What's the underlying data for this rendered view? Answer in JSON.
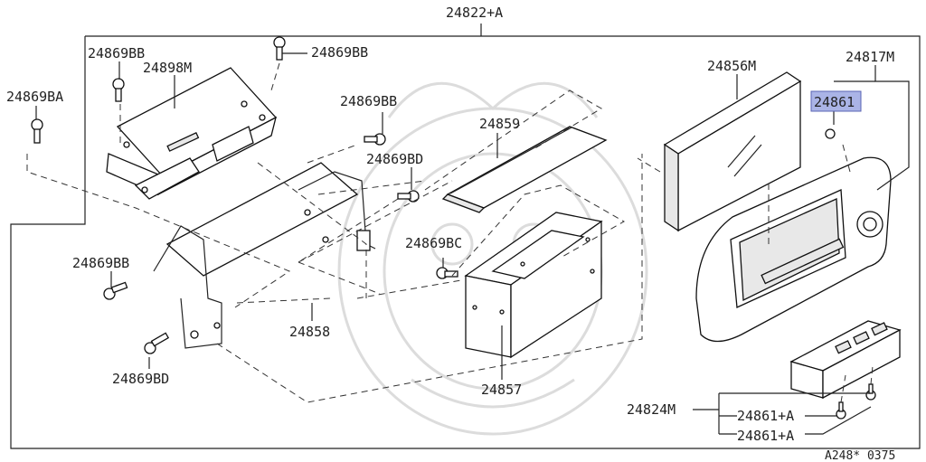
{
  "labels": {
    "assembly": "24822+A",
    "box_mount": "24817M",
    "cover": "24856M",
    "bracket_top": "24898M",
    "bolt_bb_top1": "24869BB",
    "bolt_bb_top2": "24869BB",
    "bolt_ba": "24869BA",
    "bolt_bb_mid": "24869BB",
    "bolt_bd_mid": "24869BD",
    "bolt_bb_left": "24869BB",
    "bolt_bd_bottom": "24869BD",
    "bolt_bc": "24869BC",
    "strip": "24859",
    "frame_left": "24858",
    "frame_box": "24857",
    "screw_highlight": "24861",
    "switch_mount": "24824M",
    "screw_a1": "24861+A",
    "screw_a2": "24861+A",
    "ref_code": "A248* 0375"
  },
  "colors": {
    "highlight": "#aab4e6",
    "ink": "#222222"
  }
}
